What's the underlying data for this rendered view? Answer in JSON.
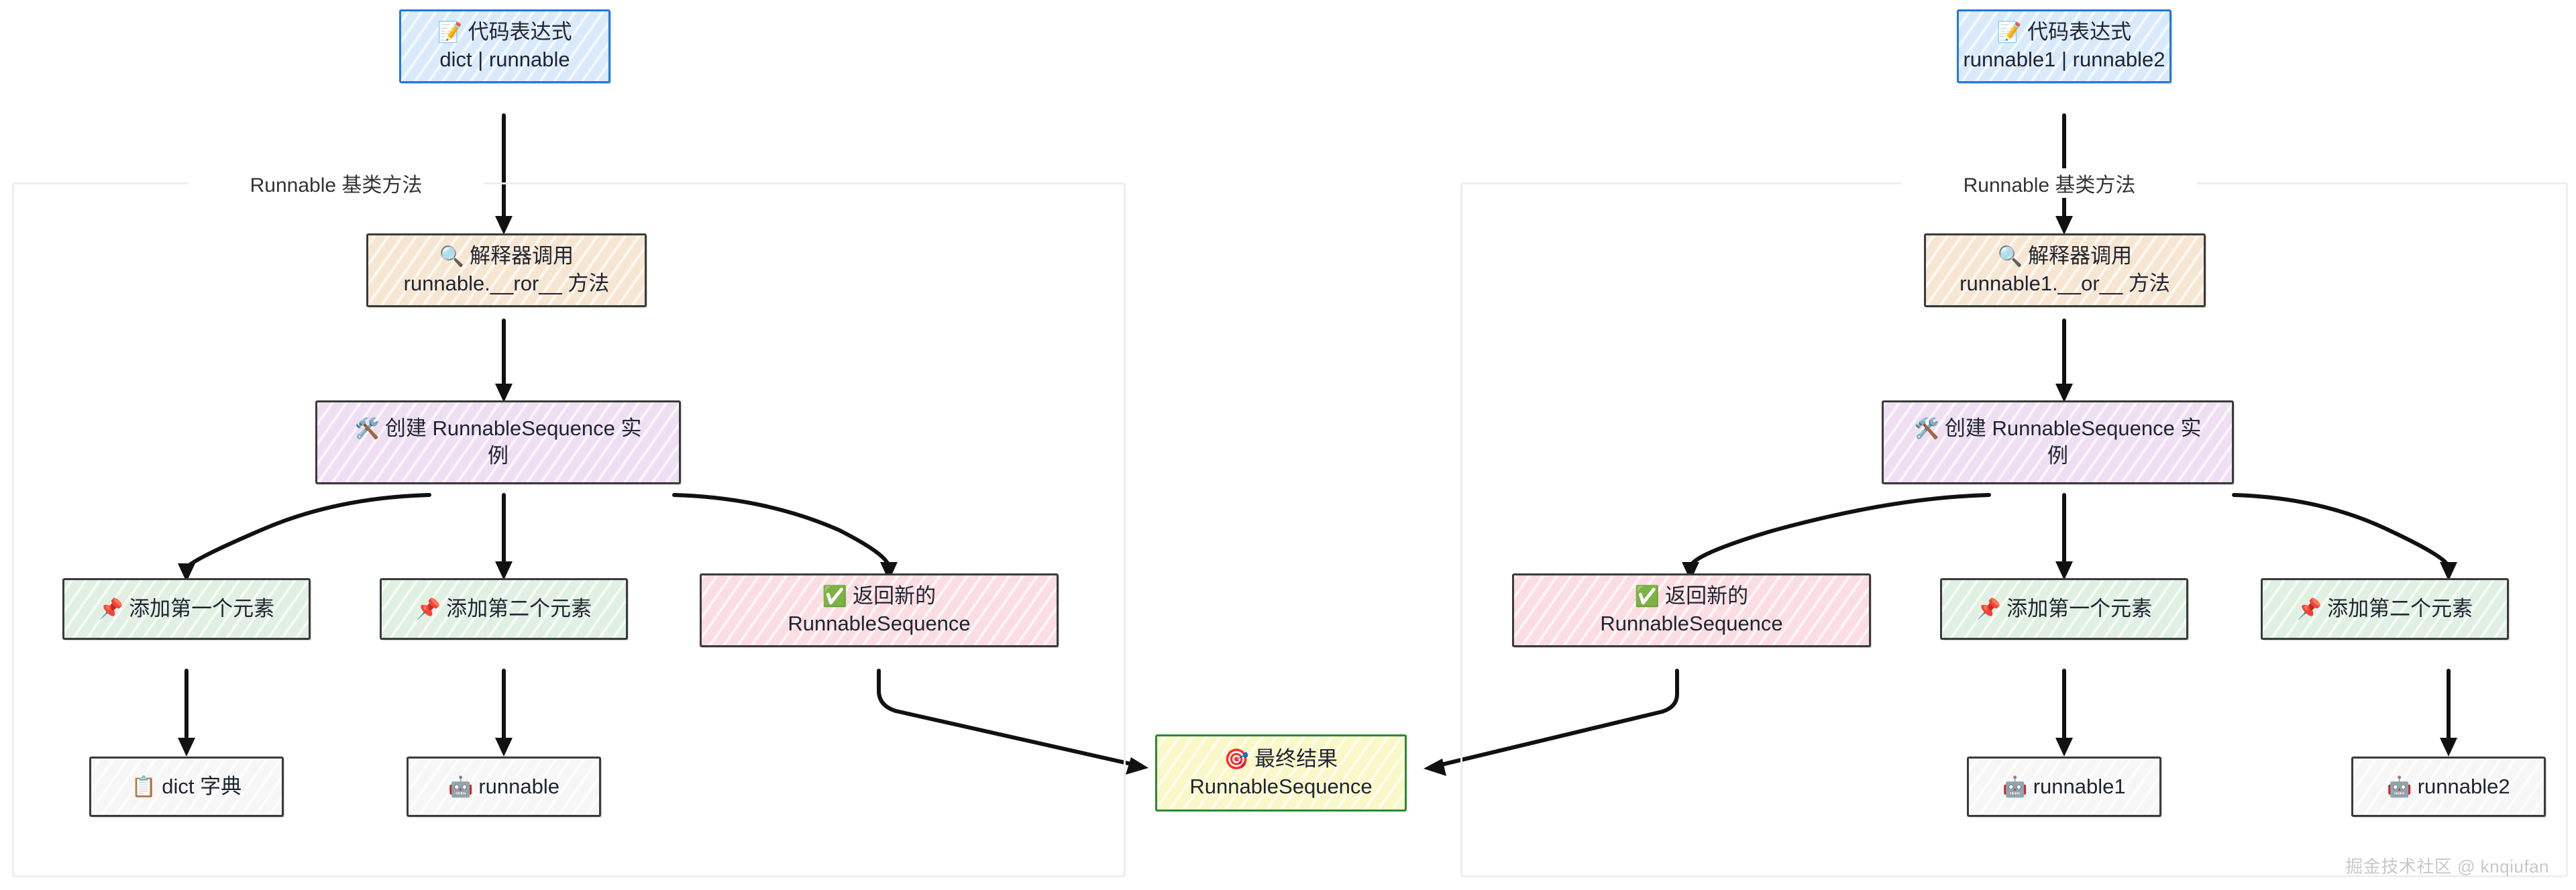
{
  "diagram": {
    "type": "flowchart",
    "watermark": "掘金技术社区 @ knqiufan",
    "panels": [
      {
        "id": "left",
        "container_label": "Runnable 基类方法",
        "entry": {
          "icon": "memo-icon",
          "icon_glyph": "📝",
          "title": "代码表达式",
          "subtitle": "dict | runnable",
          "color": "#d9eafc",
          "border": "#1f7ae0"
        },
        "interpreter": {
          "icon": "magnifier-icon",
          "icon_glyph": "🔍",
          "title": "解释器调用",
          "subtitle": "runnable.__ror__ 方法",
          "color": "#f7e7d2"
        },
        "create": {
          "icon": "hammer-wrench-icon",
          "icon_glyph": "🛠️",
          "title": "创建 RunnableSequence 实",
          "subtitle": "例",
          "color": "#efdff3"
        },
        "steps": [
          {
            "icon": "pushpin-icon",
            "icon_glyph": "📌",
            "title": "添加第一个元素",
            "subtitle": "",
            "color": "#e0f0e3",
            "leaf": {
              "icon": "clipboard-icon",
              "icon_glyph": "📋",
              "title": "dict 字典",
              "color": "#f7f7f7"
            }
          },
          {
            "icon": "pushpin-icon",
            "icon_glyph": "📌",
            "title": "添加第二个元素",
            "subtitle": "",
            "color": "#e0f0e3",
            "leaf": {
              "icon": "robot-icon",
              "icon_glyph": "🤖",
              "title": "runnable",
              "color": "#f7f7f7"
            }
          },
          {
            "icon": "check-mark-icon",
            "icon_glyph": "✅",
            "title": "返回新的",
            "subtitle": "RunnableSequence",
            "color": "#fbdde3",
            "leaf": null
          }
        ]
      },
      {
        "id": "right",
        "container_label": "Runnable 基类方法",
        "entry": {
          "icon": "memo-icon",
          "icon_glyph": "📝",
          "title": "代码表达式",
          "subtitle": "runnable1 | runnable2",
          "color": "#d9eafc",
          "border": "#1f7ae0"
        },
        "interpreter": {
          "icon": "magnifier-icon",
          "icon_glyph": "🔍",
          "title": "解释器调用",
          "subtitle": "runnable1.__or__ 方法",
          "color": "#f7e7d2"
        },
        "create": {
          "icon": "hammer-wrench-icon",
          "icon_glyph": "🛠️",
          "title": "创建 RunnableSequence 实",
          "subtitle": "例",
          "color": "#efdff3"
        },
        "steps": [
          {
            "icon": "check-mark-icon",
            "icon_glyph": "✅",
            "title": "返回新的",
            "subtitle": "RunnableSequence",
            "color": "#fbdde3",
            "leaf": null
          },
          {
            "icon": "pushpin-icon",
            "icon_glyph": "📌",
            "title": "添加第一个元素",
            "subtitle": "",
            "color": "#e0f0e3",
            "leaf": {
              "icon": "robot-icon",
              "icon_glyph": "🤖",
              "title": "runnable1",
              "color": "#f7f7f7"
            }
          },
          {
            "icon": "pushpin-icon",
            "icon_glyph": "📌",
            "title": "添加第二个元素",
            "subtitle": "",
            "color": "#e0f0e3",
            "leaf": {
              "icon": "robot-icon",
              "icon_glyph": "🤖",
              "title": "runnable2",
              "color": "#f7f7f7"
            }
          }
        ]
      }
    ],
    "final": {
      "icon": "target-icon",
      "icon_glyph": "🎯",
      "title": "最终结果",
      "subtitle": "RunnableSequence",
      "color": "#fbf8c8",
      "border": "#2a8a33"
    }
  }
}
